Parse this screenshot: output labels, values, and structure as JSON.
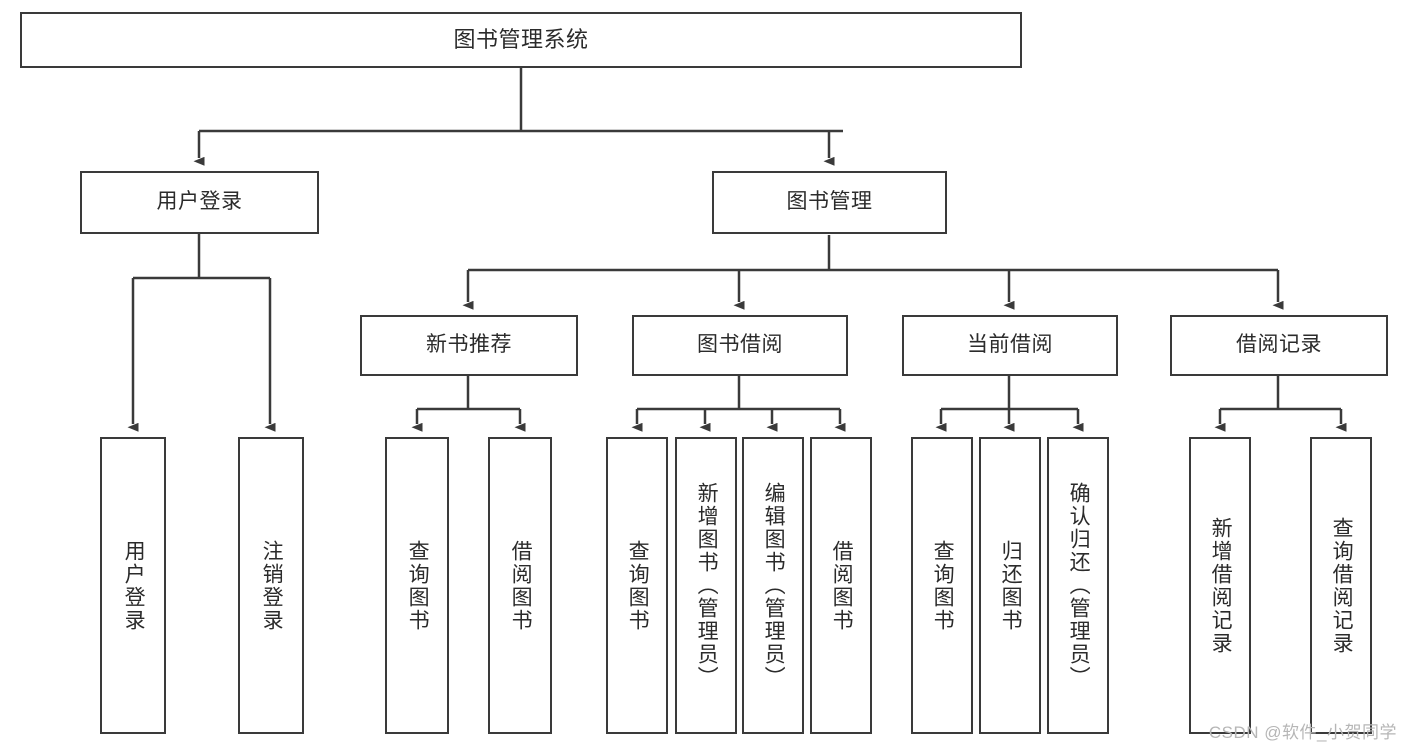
{
  "diagram": {
    "title_box": {
      "label": "图书管理系统"
    },
    "level2": [
      {
        "id": "user-login",
        "label": "用户登录"
      },
      {
        "id": "book-management",
        "label": "图书管理"
      }
    ],
    "level3": [
      {
        "id": "new-book-recommend",
        "label": "新书推荐"
      },
      {
        "id": "book-borrow",
        "label": "图书借阅"
      },
      {
        "id": "current-borrow",
        "label": "当前借阅"
      },
      {
        "id": "borrow-record",
        "label": "借阅记录"
      }
    ],
    "leaves": {
      "user_login": [
        {
          "id": "leaf-user-login",
          "label": "用户登录"
        },
        {
          "id": "leaf-logout-login",
          "label": "注销登录"
        }
      ],
      "new_book_recommend": [
        {
          "id": "leaf-query-book-1",
          "label": "查询图书"
        },
        {
          "id": "leaf-borrow-book-1",
          "label": "借阅图书"
        }
      ],
      "book_borrow": [
        {
          "id": "leaf-query-book-2",
          "label": "查询图书"
        },
        {
          "id": "leaf-add-book",
          "label": "新增图书（管理员）"
        },
        {
          "id": "leaf-edit-book",
          "label": "编辑图书（管理员）"
        },
        {
          "id": "leaf-borrow-book-2",
          "label": "借阅图书"
        }
      ],
      "current_borrow": [
        {
          "id": "leaf-query-book-3",
          "label": "查询图书"
        },
        {
          "id": "leaf-return-book",
          "label": "归还图书"
        },
        {
          "id": "leaf-confirm-return",
          "label": "确认归还（管理员）"
        }
      ],
      "borrow_record": [
        {
          "id": "leaf-add-record",
          "label": "新增借阅记录"
        },
        {
          "id": "leaf-query-record",
          "label": "查询借阅记录"
        }
      ]
    }
  },
  "watermark": {
    "text": "CSDN @软件_小贺同学"
  },
  "colors": {
    "border": "#3a3a3a",
    "text": "#2b2b2b",
    "background": "#ffffff",
    "watermark": "#b6b6b6"
  }
}
